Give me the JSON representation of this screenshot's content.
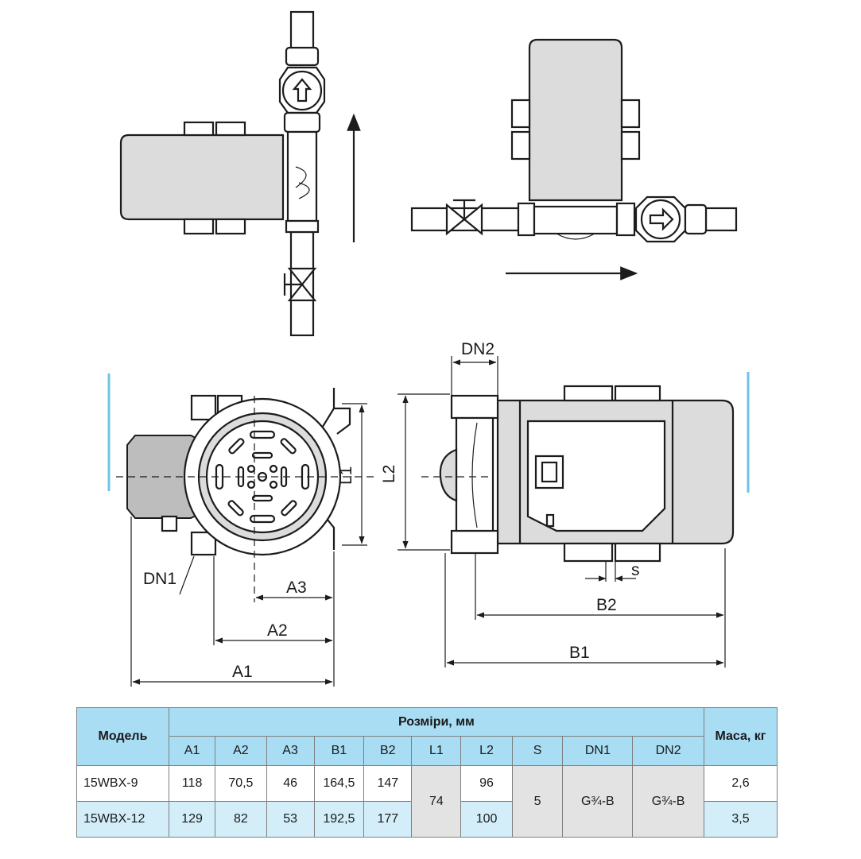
{
  "labels": {
    "dn1": "DN1",
    "dn2": "DN2",
    "a1": "A1",
    "a2": "A2",
    "a3": "A3",
    "b1": "B1",
    "b2": "B2",
    "l1": "L1",
    "l2": "L2",
    "s": "s"
  },
  "table": {
    "model_header": "Модель",
    "dims_header": "Розміри, мм",
    "mass_header": "Маса, кг",
    "columns": [
      "A1",
      "A2",
      "A3",
      "B1",
      "B2",
      "L1",
      "L2",
      "S",
      "DN1",
      "DN2"
    ],
    "rows": [
      {
        "model": "15WBX-9",
        "A1": "118",
        "A2": "70,5",
        "A3": "46",
        "B1": "164,5",
        "B2": "147",
        "L2": "96",
        "mass": "2,6"
      },
      {
        "model": "15WBX-12",
        "A1": "129",
        "A2": "82",
        "A3": "53",
        "B1": "192,5",
        "B2": "177",
        "L2": "100",
        "mass": "3,5"
      }
    ],
    "shared": {
      "L1": "74",
      "S": "5",
      "DN1": "G¾-B",
      "DN2": "G¾-B"
    }
  },
  "colors": {
    "header_bg": "#a9ddf3",
    "row_alt_bg": "#d3eef9",
    "merged_bg": "#e3e3e3",
    "edge_accent": "#6ec4e6"
  }
}
